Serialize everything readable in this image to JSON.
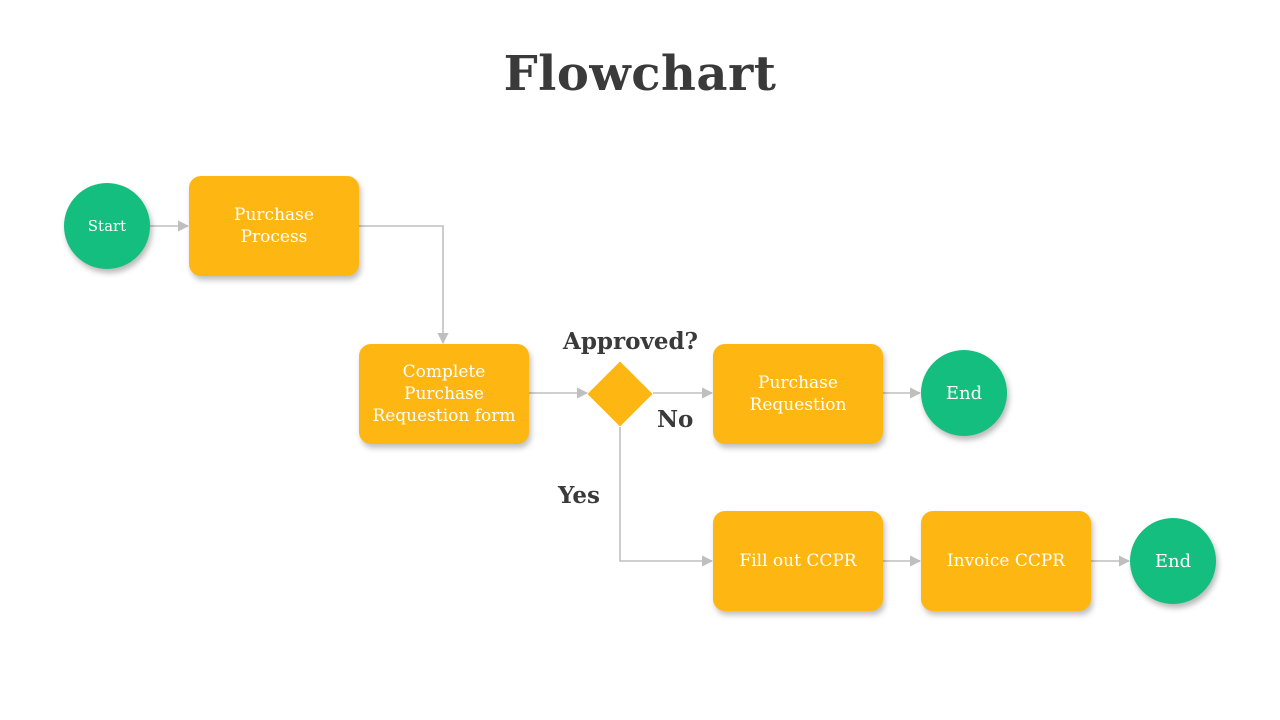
{
  "title": "Flowchart",
  "colors": {
    "start_end": "#13BE7F",
    "process": "#FEB712",
    "connector": "#bfbfbf",
    "title_text": "#3a3a3a"
  },
  "nodes": {
    "start": "Start",
    "purchase_process": "Purchase Process",
    "complete_form": "Complete Purchase Requestion form",
    "decision_label": "Approved?",
    "purchase_requestion": "Purchase Requestion",
    "end_no": "End",
    "fill_out": "Fill out CCPR",
    "invoice": "Invoice CCPR",
    "end_yes": "End"
  },
  "edge_labels": {
    "no": "No",
    "yes": "Yes"
  }
}
